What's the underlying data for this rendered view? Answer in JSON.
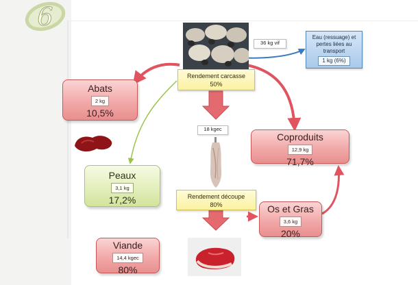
{
  "slide_number": "6",
  "carcass_yield": {
    "label": "Rendement carcasse",
    "pct": "50%"
  },
  "live_weight": "36 kg vif",
  "losses": {
    "label": "Eau (ressuage) et pertes liées au transport",
    "qty": "1 kg (6%)"
  },
  "carcass_weight": "18 kgec",
  "offal": {
    "title": "Abats",
    "qty": "2 kg",
    "pct": "10,5%"
  },
  "byproducts": {
    "title": "Coproduits",
    "qty": "12,9 kg",
    "pct": "71,7%"
  },
  "skins": {
    "title": "Peaux",
    "qty": "3,1 kg",
    "pct": "17,2%"
  },
  "cutting_yield": {
    "label": "Rendement découpe",
    "pct": "80%"
  },
  "bones_fat": {
    "title": "Os et Gras",
    "qty": "3,6 kg",
    "pct": "20%"
  },
  "meat": {
    "title": "Viande",
    "qty": "14,4 kgec",
    "pct": "80%"
  },
  "colors": {
    "arrow_red": "#e0535f",
    "arrow_green": "#9bc24a",
    "arrow_blue": "#3a79bf"
  }
}
